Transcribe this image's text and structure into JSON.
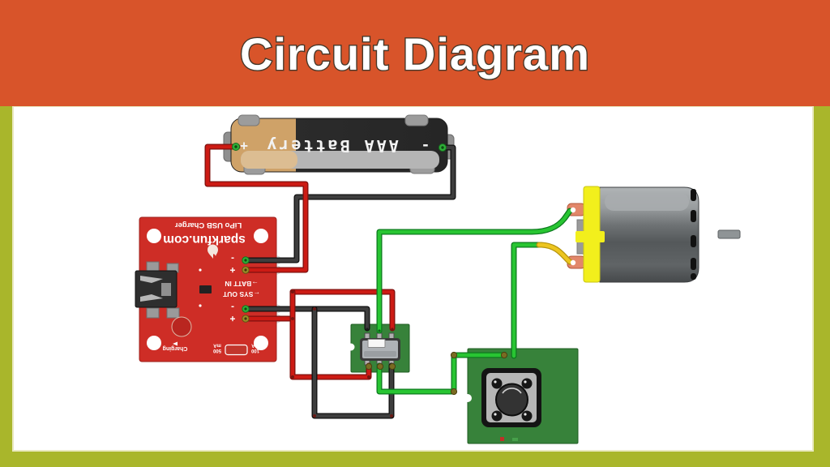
{
  "slide": {
    "title": "Circuit Diagram",
    "banner_color": "#d8542a",
    "frame_color": "#a9b62b",
    "content_bg": "#ffffff"
  },
  "diagram": {
    "battery": {
      "plus": "+",
      "label": "AAA Battery",
      "minus": "-"
    },
    "charger": {
      "brand": "sparkfun.com",
      "product": "LiPo USB Charger",
      "batt_in_label": "→BATT IN",
      "sys_out_label": "←SYS OUT",
      "batt_in_minus": "-",
      "batt_in_plus": "+",
      "sys_out_minus": "-",
      "sys_out_plus": "+",
      "charging_label": "Charging",
      "jumper_100": "100",
      "jumper_500": "500",
      "jumper_unit": "mA"
    },
    "wire_colors": {
      "positive_red": "#cc1b14",
      "negative_black": "#3d3d3d",
      "motor_green": "#28c532",
      "motor_yellow": "#edc51f"
    },
    "board_colors": {
      "charger_red": "#ce2d26",
      "pcb_green": "#37823a",
      "motor_cap_yellow": "#f2ef1c"
    }
  }
}
